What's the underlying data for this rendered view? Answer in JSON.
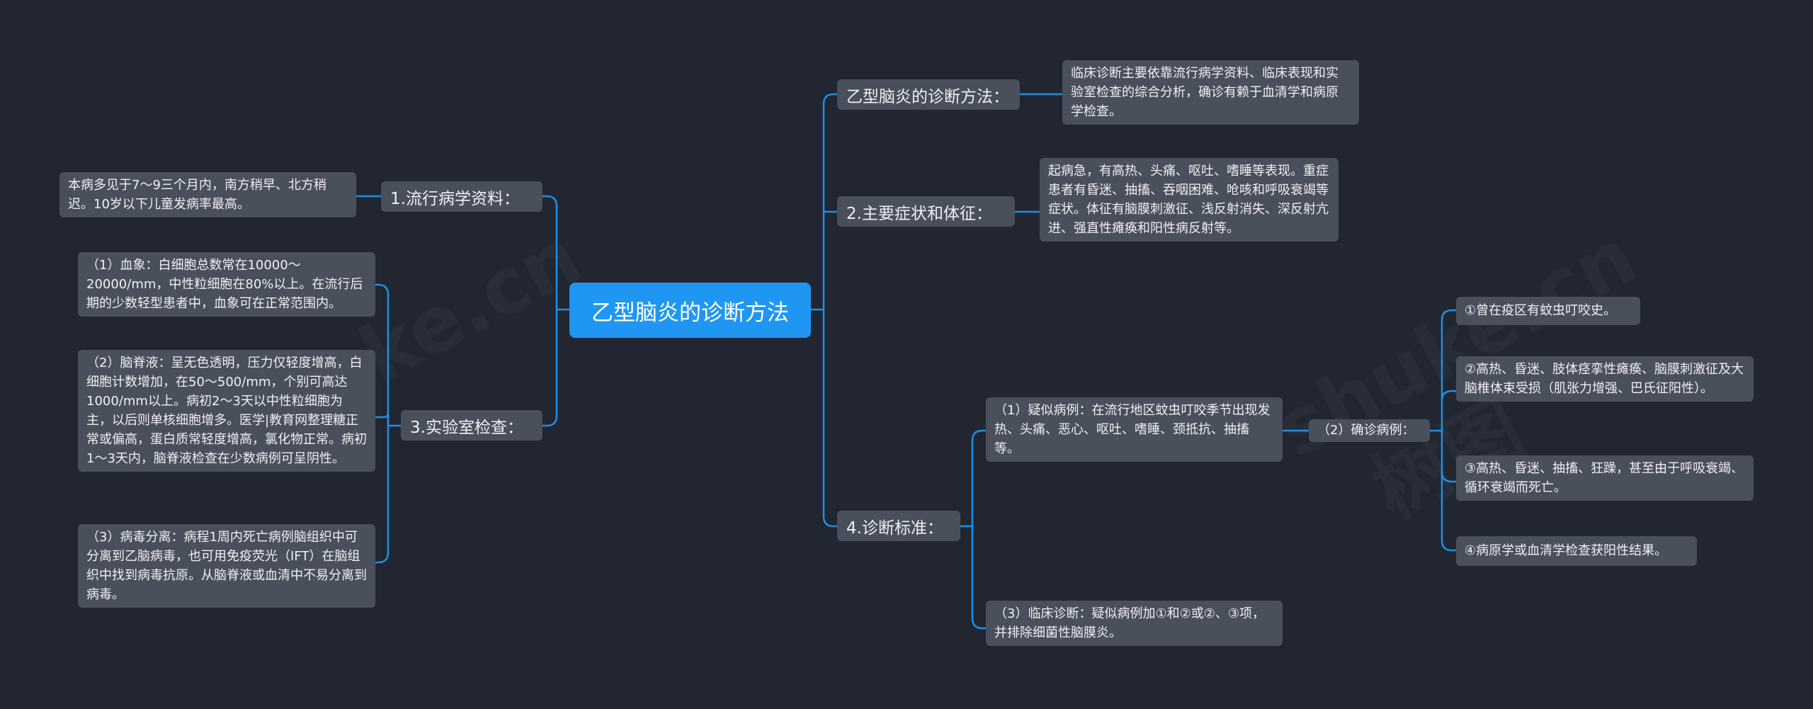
{
  "root": "乙型脑炎的诊断方法",
  "watermarks": [
    "shuke.cn",
    "shuke.cn",
    "树图"
  ],
  "right": {
    "method": {
      "label": "乙型脑炎的诊断方法：",
      "text": "临床诊断主要依靠流行病学资料、临床表现和实验室检查的综合分析，确诊有赖于血清学和病原学检查。"
    },
    "symptoms": {
      "label": "2.主要症状和体征：",
      "text": "起病急，有高热、头痛、呕吐、嗜睡等表现。重症患者有昏迷、抽搐、吞咽困难、呛咳和呼吸衰竭等症状。体征有脑膜刺激征、浅反射消失、深反射亢进、强直性瘫痪和阳性病反射等。"
    },
    "criteria": {
      "label": "4.诊断标准：",
      "suspected": "（1）疑似病例：在流行地区蚊虫叮咬季节出现发热、头痛、恶心、呕吐、嗜睡、颈抵抗、抽搐等。",
      "confirmed_label": "（2）确诊病例：",
      "confirmed_items": [
        "①曾在疫区有蚊虫叮咬史。",
        "②高热、昏迷、肢体痉挛性瘫痪、脑膜刺激征及大脑椎体束受损（肌张力增强、巴氏征阳性）。",
        "③高热、昏迷、抽搐、狂躁，甚至由于呼吸衰竭、循环衰竭而死亡。",
        "④病原学或血清学检查获阳性结果。"
      ],
      "clinical": "（3）临床诊断：疑似病例加①和②或②、③项，并排除细菌性脑膜炎。"
    }
  },
  "left": {
    "epidemiology": {
      "label": "1.流行病学资料：",
      "text": "本病多见于7～9三个月内，南方稍早、北方稍迟。10岁以下儿童发病率最高。"
    },
    "lab": {
      "label": "3.实验室检查：",
      "items": [
        "（1）血象：白细胞总数常在10000～20000/mm，中性粒细胞在80%以上。在流行后期的少数轻型患者中，血象可在正常范围内。",
        "（2）脑脊液：呈无色透明，压力仅轻度增高，白细胞计数增加，在50～500/mm，个别可高达1000/mm以上。病初2～3天以中性粒细胞为主，以后则单核细胞增多。医学|教育网整理糖正常或偏高，蛋白质常轻度增高，氯化物正常。病初1～3天内，脑脊液检查在少数病例可呈阴性。",
        "（3）病毒分离：病程1周内死亡病例脑组织中可分离到乙脑病毒，也可用免疫荧光（IFT）在脑组织中找到病毒抗原。从脑脊液或血清中不易分离到病毒。"
      ]
    }
  }
}
